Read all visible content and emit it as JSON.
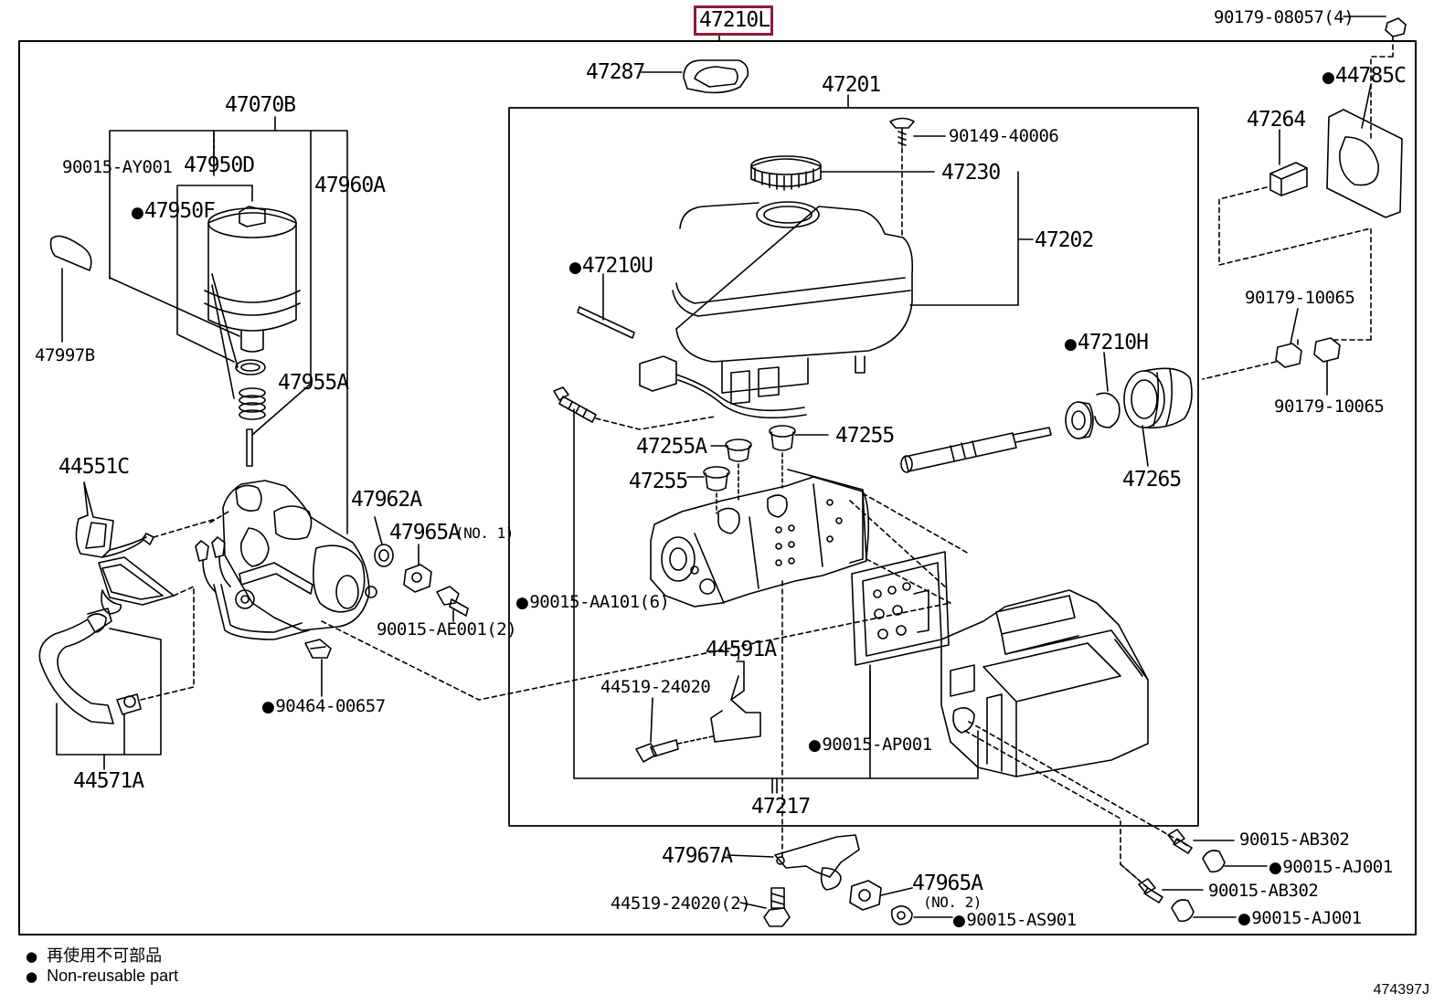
{
  "assembly_part": "47210L",
  "diagram_id": "474397J",
  "legend": {
    "line1": "再使用不可部品",
    "line2": "Non-reusable part"
  },
  "labels": {
    "p47287": "47287",
    "p47201": "47201",
    "p47070B": "47070B",
    "p90015AY001": "90015-AY001",
    "p47950D": "47950D",
    "p47950F": "47950F",
    "p47960A": "47960A",
    "p47997B": "47997B",
    "p47955A": "47955A",
    "p44551C": "44551C",
    "p47962A": "47962A",
    "p47965A1": "47965A",
    "p47965A1_note": "(NO. 1)",
    "p90015AE001": "90015-AE001(2)",
    "p90464": "90464-00657",
    "p44571A": "44571A",
    "p90149": "90149-40006",
    "p47230": "47230",
    "p47202": "47202",
    "p47210U": "47210U",
    "p47255A": "47255A",
    "p47255a": "47255",
    "p47255b": "47255",
    "p90015AA101": "90015-AA101(6)",
    "p44591A": "44591A",
    "p44519a": "44519-24020",
    "p90015AP001": "90015-AP001",
    "p47217": "47217",
    "p47967A": "47967A",
    "p44519b": "44519-24020(2)",
    "p47965A2": "47965A",
    "p47965A2_note": "(NO. 2)",
    "p90015AS901": "90015-AS901",
    "p90179_08057": "90179-08057(4)",
    "p44785C": "44785C",
    "p47264": "47264",
    "p90179_10065a": "90179-10065",
    "p90179_10065b": "90179-10065",
    "p47210H": "47210H",
    "p47265": "47265",
    "p90015AB302a": "90015-AB302",
    "p90015AJ001a": "90015-AJ001",
    "p90015AB302b": "90015-AB302",
    "p90015AJ001b": "90015-AJ001"
  }
}
